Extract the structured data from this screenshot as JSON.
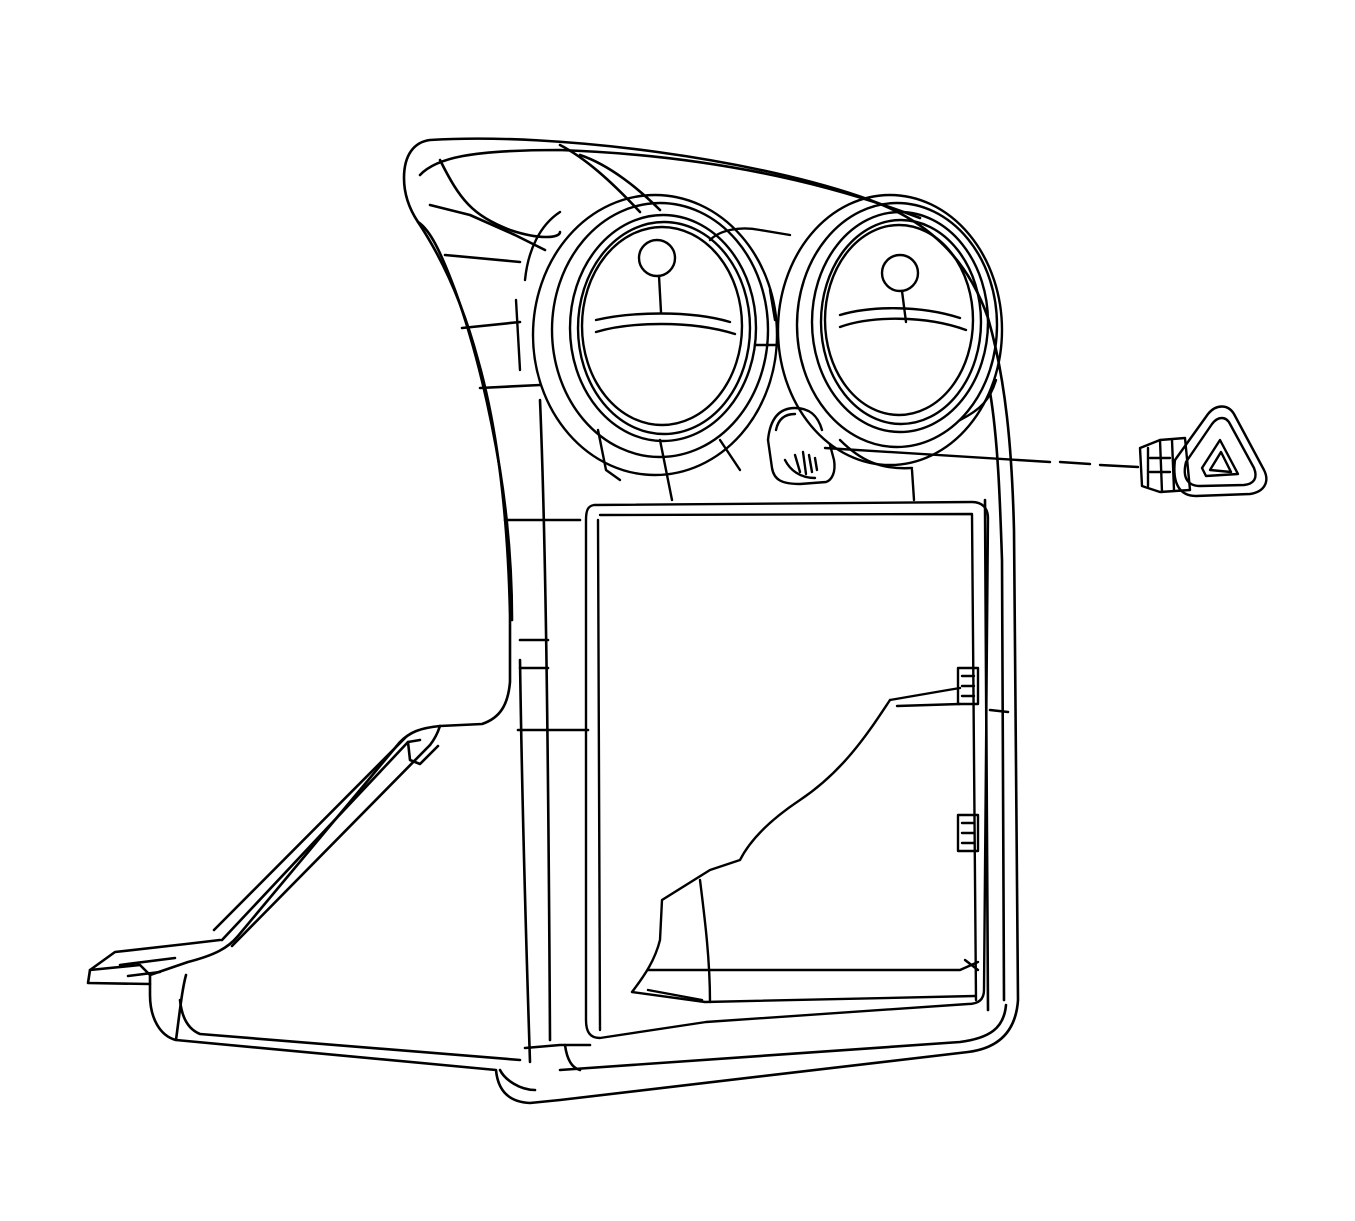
{
  "diagram": {
    "line_color": "#000000",
    "background": "#ffffff",
    "components": [
      {
        "id": "center-bezel",
        "icon": "trim-panel"
      },
      {
        "id": "left-air-vent",
        "icon": "round-vent"
      },
      {
        "id": "right-air-vent",
        "icon": "round-vent"
      },
      {
        "id": "switch-opening",
        "icon": "slot"
      },
      {
        "id": "storage-pocket",
        "icon": "pocket"
      },
      {
        "id": "hazard-switch",
        "icon": "warning-triangle-icon"
      }
    ],
    "leader_line": {
      "from": "switch-opening",
      "to": "hazard-switch",
      "style": "dashed"
    }
  }
}
